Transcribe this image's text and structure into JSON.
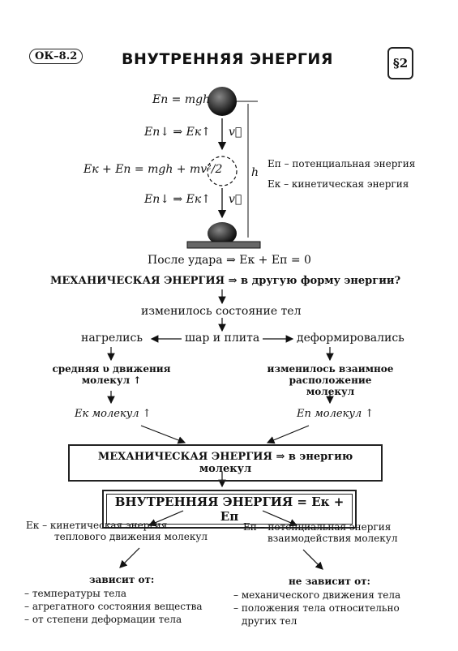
{
  "header": {
    "badge": "ОК–8.2",
    "title": "ВНУТРЕННЯЯ ЭНЕРГИЯ",
    "section": "§2"
  },
  "diagram": {
    "ep_formula": "Eп = mgh",
    "ep_down_1": "Eп↓ ⇒ Eк↑",
    "v_label_1": "v⃗",
    "sum_formula": "Eк + Eп = mgh + mv²/2",
    "h_label": "h",
    "legend_ep": "Eп – потенциальная энергия",
    "legend_ek": "Eк – кинетическая энергия",
    "ep_down_2": "Eп↓ ⇒ Eк↑",
    "v_label_2": "v⃗",
    "after_impact": "После удара ⇒ Eк + Eп = 0"
  },
  "flow": {
    "question": "МЕХАНИЧЕСКАЯ ЭНЕРГИЯ ⇒ в другую форму энергии?",
    "changed_state": "изменилось состояние тел",
    "heated": "нагрелись",
    "ball_plate": "шар и плита",
    "deformed": "деформировались",
    "avg_speed_line1": "средняя υ движения",
    "avg_speed_line2": "молекул ↑",
    "changed_arrangement_line1": "изменилось взаимное",
    "changed_arrangement_line2": "расположение молекул",
    "ek_molecules": "Eк молекул ↑",
    "ep_molecules": "Eп молекул ↑",
    "mech_to_molecules": "МЕХАНИЧЕСКАЯ ЭНЕРГИЯ ⇒ в энергию молекул",
    "internal_energy": "ВНУТРЕННЯЯ ЭНЕРГИЯ = Eк + Eп"
  },
  "bottom": {
    "ek_def_line1": "Eк – кинетическая энергия",
    "ek_def_line2": "теплового движения молекул",
    "ep_def_line1": "Eп – потенциальная энергия",
    "ep_def_line2": "взаимодействия молекул",
    "depends_title": "зависит от:",
    "depends_items": [
      "– температуры тела",
      "– агрегатного состояния вещества",
      "– от степени деформации тела"
    ],
    "not_depends_title": "не зависит от:",
    "not_depends_items": [
      "– механического движения тела",
      "– положения тела относительно",
      "другиx тел"
    ]
  }
}
